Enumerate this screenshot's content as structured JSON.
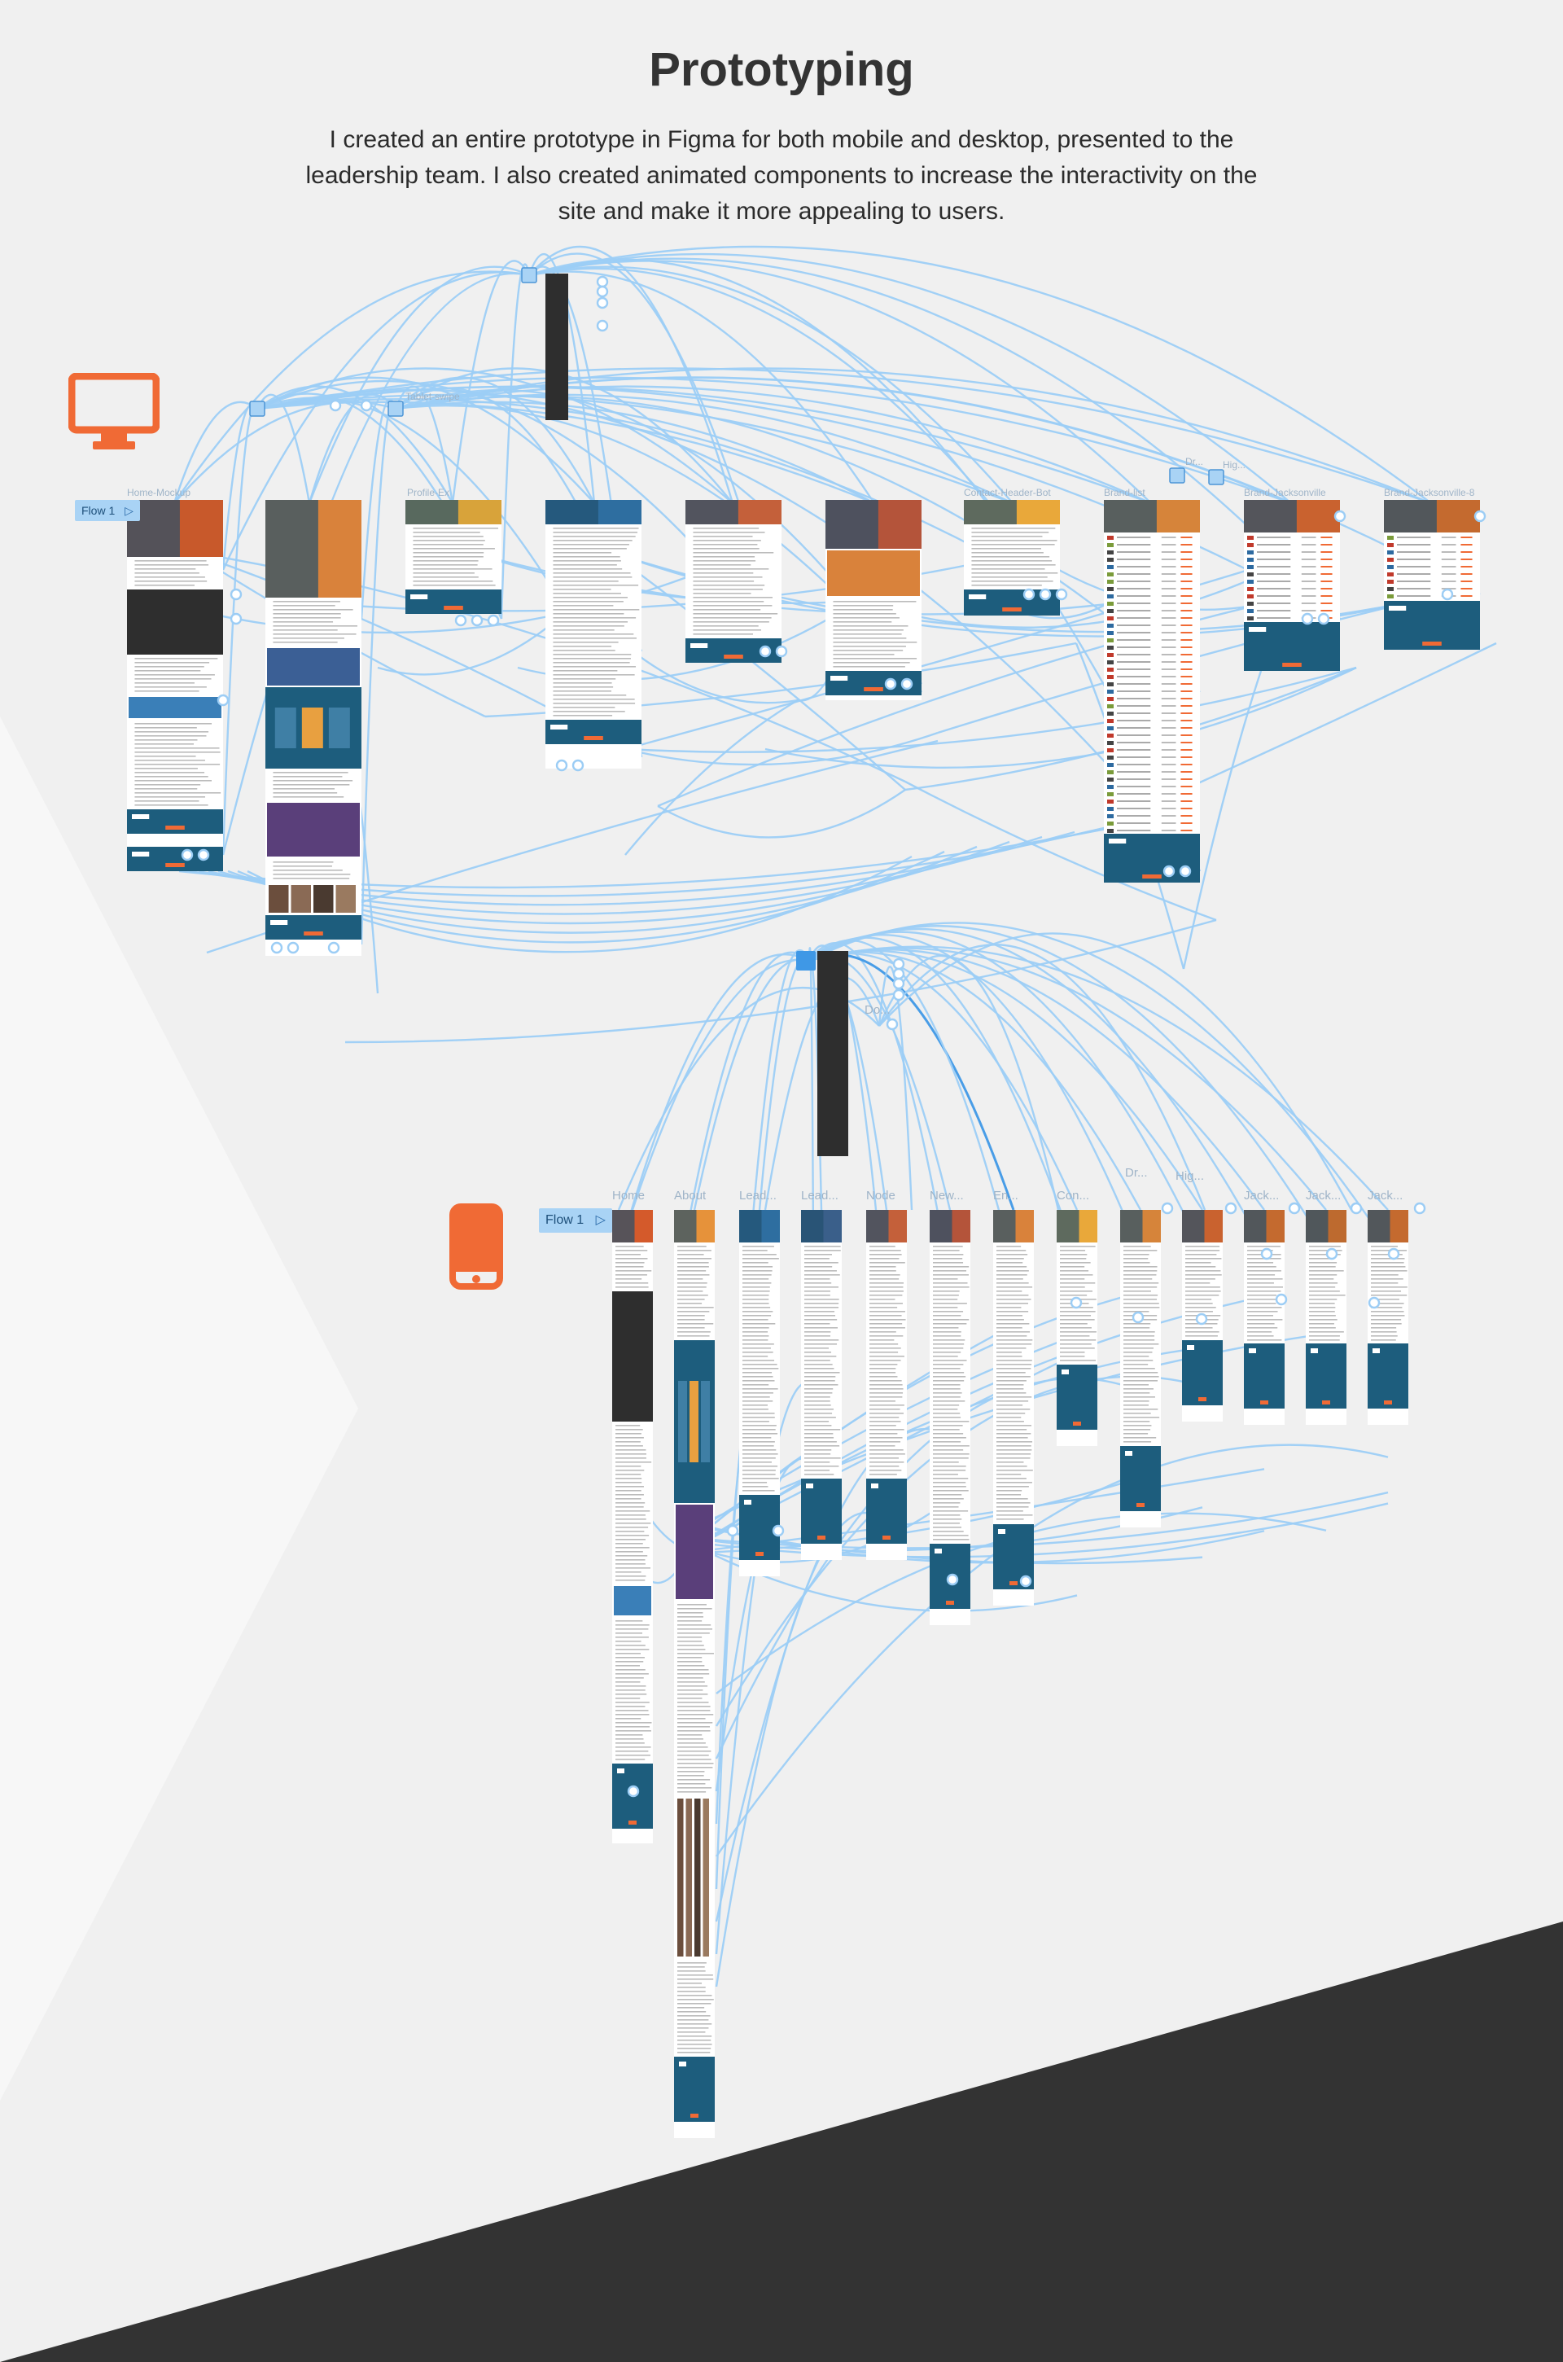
{
  "heading": {
    "title": "Prototyping",
    "description": "I created an entire prototype in Figma for both mobile and desktop, presented to the leadership team. I also created animated components to increase the interactivity on the site and make it more appealing  to users."
  },
  "colors": {
    "accent": "#f06a35",
    "connector": "#9ccdf5",
    "connector_dark": "#3f98e6",
    "frame_blue": "#1d5d7d",
    "background": "#f0f0f0",
    "dark_band": "#333333"
  },
  "desktop_flow": {
    "device_icon": "desktop-monitor-icon",
    "flow_label": "Flow 1",
    "frames": [
      {
        "label": "Home-Mockup"
      },
      {
        "label": ""
      },
      {
        "label": "Profile-Ex"
      },
      {
        "label": ""
      },
      {
        "label": ""
      },
      {
        "label": ""
      },
      {
        "label": "Contact-Header-Bot"
      },
      {
        "label": "Brand-list"
      },
      {
        "label": "Brand-Jacksonville"
      },
      {
        "label": "Brand-Jacksonville-8"
      }
    ],
    "overlay_labels": [
      "Tablet-swipe",
      "Dr...",
      "Hig..."
    ]
  },
  "mobile_flow": {
    "device_icon": "mobile-phone-icon",
    "flow_label": "Flow 1",
    "frames": [
      {
        "label": "Home"
      },
      {
        "label": "About"
      },
      {
        "label": "Lead..."
      },
      {
        "label": "Lead..."
      },
      {
        "label": "Node"
      },
      {
        "label": "New..."
      },
      {
        "label": "En..."
      },
      {
        "label": "Con..."
      },
      {
        "label": ""
      },
      {
        "label": ""
      },
      {
        "label": "Jack..."
      },
      {
        "label": "Jack..."
      },
      {
        "label": "Jack..."
      }
    ],
    "overlay_labels": [
      "Do...",
      "Dr...",
      "Hig..."
    ]
  }
}
